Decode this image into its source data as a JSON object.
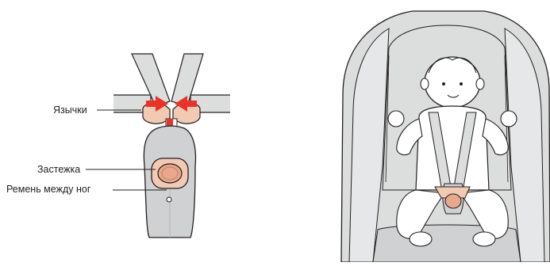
{
  "callouts": {
    "tongues": "Язычки",
    "buckle": "Застежка",
    "crotch_strap": "Ремень между ног"
  },
  "colors": {
    "strap_gray": "#dcdddd",
    "buckle_skin": "#f2c9b3",
    "buckle_center": "#e8a88c",
    "arrow_red": "#e8332a",
    "outline": "#231f20",
    "pad_gray": "#d0d1d2"
  }
}
